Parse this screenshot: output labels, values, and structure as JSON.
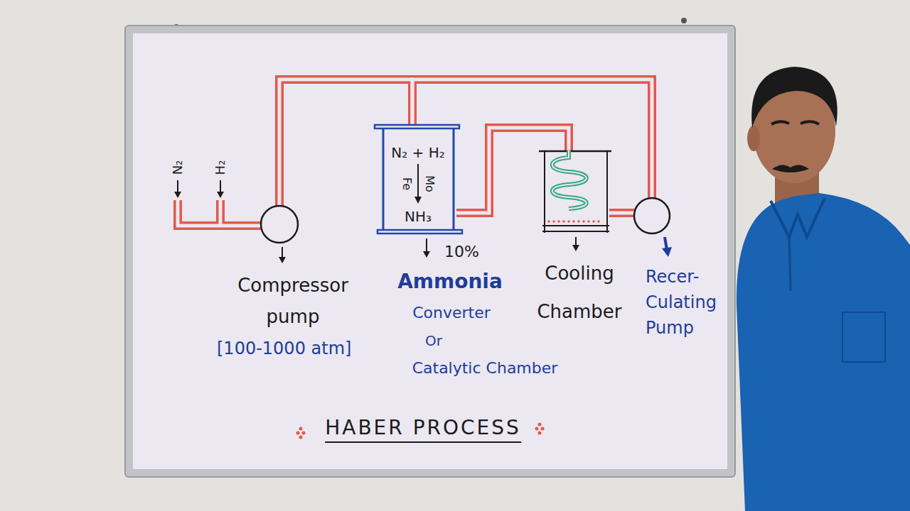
{
  "diagram": {
    "title": "HABER PROCESS",
    "nodes": [
      {
        "text": [
          "Compressor pump"
        ]
      },
      {
        "text": [
          "N₂ + H₂",
          "Fe",
          "Mo",
          "NH₃",
          "Ammonia",
          "Converter",
          "Or",
          "Catalytic Chamber"
        ]
      },
      {
        "text": [
          "Cooling Chamber"
        ]
      },
      {
        "text": [
          "Recer- Culating Pump"
        ]
      }
    ],
    "edges": [
      {
        "from": 0,
        "to": 1,
        "arrow": "none"
      },
      {
        "from": 1,
        "to": 2,
        "arrow": "none"
      },
      {
        "from": 2,
        "to": 3,
        "arrow": "none"
      },
      {
        "from": 3,
        "to": 1,
        "arrow": "none"
      }
    ],
    "labels": [
      "N₂",
      "H₂",
      "[100-1000 atm]",
      "10%"
    ]
  }
}
